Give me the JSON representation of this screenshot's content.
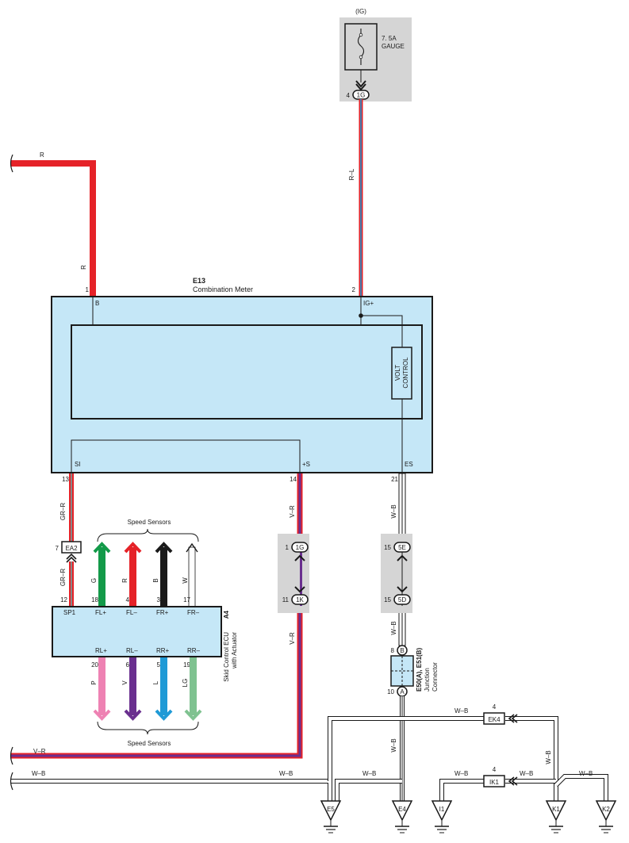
{
  "fuse": {
    "circuit": "(IG)",
    "rating": "7. 5A",
    "name": "GAUGE",
    "pin": "4",
    "connector": "1G"
  },
  "meter": {
    "id": "E13",
    "name": "Combination Meter",
    "pin_b_num": "1",
    "pin_b": "B",
    "pin_ig_num": "2",
    "pin_ig": "IG+",
    "volt_control_1": "VOLT",
    "volt_control_2": "CONTROL",
    "pin_si": "SI",
    "pin_s": "+S",
    "pin_es": "ES",
    "pin_si_num": "13",
    "pin_s_num": "14",
    "pin_es_num": "21"
  },
  "wires": {
    "r": "R",
    "r_l": "R–L",
    "gr_r": "GR–R",
    "v_r": "V–R",
    "w_b": "W–B",
    "g": "G",
    "b": "B",
    "w": "W",
    "p": "P",
    "v": "V",
    "l": "L",
    "lg": "LG"
  },
  "ecu": {
    "id": "A4",
    "name_1": "Skid Control ECU",
    "name_2": "with Actuator",
    "top_pins": [
      "SP1",
      "FL+",
      "FL–",
      "FR+",
      "FR–"
    ],
    "top_nums": [
      "12",
      "18",
      "4",
      "3",
      "17"
    ],
    "bottom_pins": [
      "RL+",
      "RL–",
      "RR+",
      "RR–"
    ],
    "bottom_nums": [
      "20",
      "6",
      "5",
      "19"
    ],
    "speed_sensors_top": "Speed Sensors",
    "speed_sensors_bottom": "Speed Sensors"
  },
  "connectors": {
    "ea2": "EA2",
    "ea2_pin": "7",
    "c1g": "1G",
    "c1g_pin": "1",
    "c1k": "1K",
    "c1k_pin": "11",
    "c5e": "5E",
    "c5e_pin": "15",
    "c5d": "5D",
    "c5d_pin": "15",
    "ek4": "EK4",
    "ek4_pin": "4",
    "ik1": "IK1",
    "ik1_pin": "4"
  },
  "junction": {
    "id": "E50(A), E51(B)",
    "name_1": "Junction",
    "name_2": "Connector",
    "b": "B",
    "b_pin": "8",
    "a": "A",
    "a_pin": "10"
  },
  "grounds": [
    "E5",
    "E4",
    "I1",
    "K1",
    "K2"
  ],
  "colors": {
    "panel_fill": "#c5e7f7",
    "grey_box": "#d5d5d5",
    "red": "#e52228",
    "blue": "#1f9ad6",
    "violet": "#6a2f8f",
    "green": "#139a49",
    "pink": "#ee82b3",
    "light_green": "#7fc290",
    "black": "#1a1a1a"
  }
}
